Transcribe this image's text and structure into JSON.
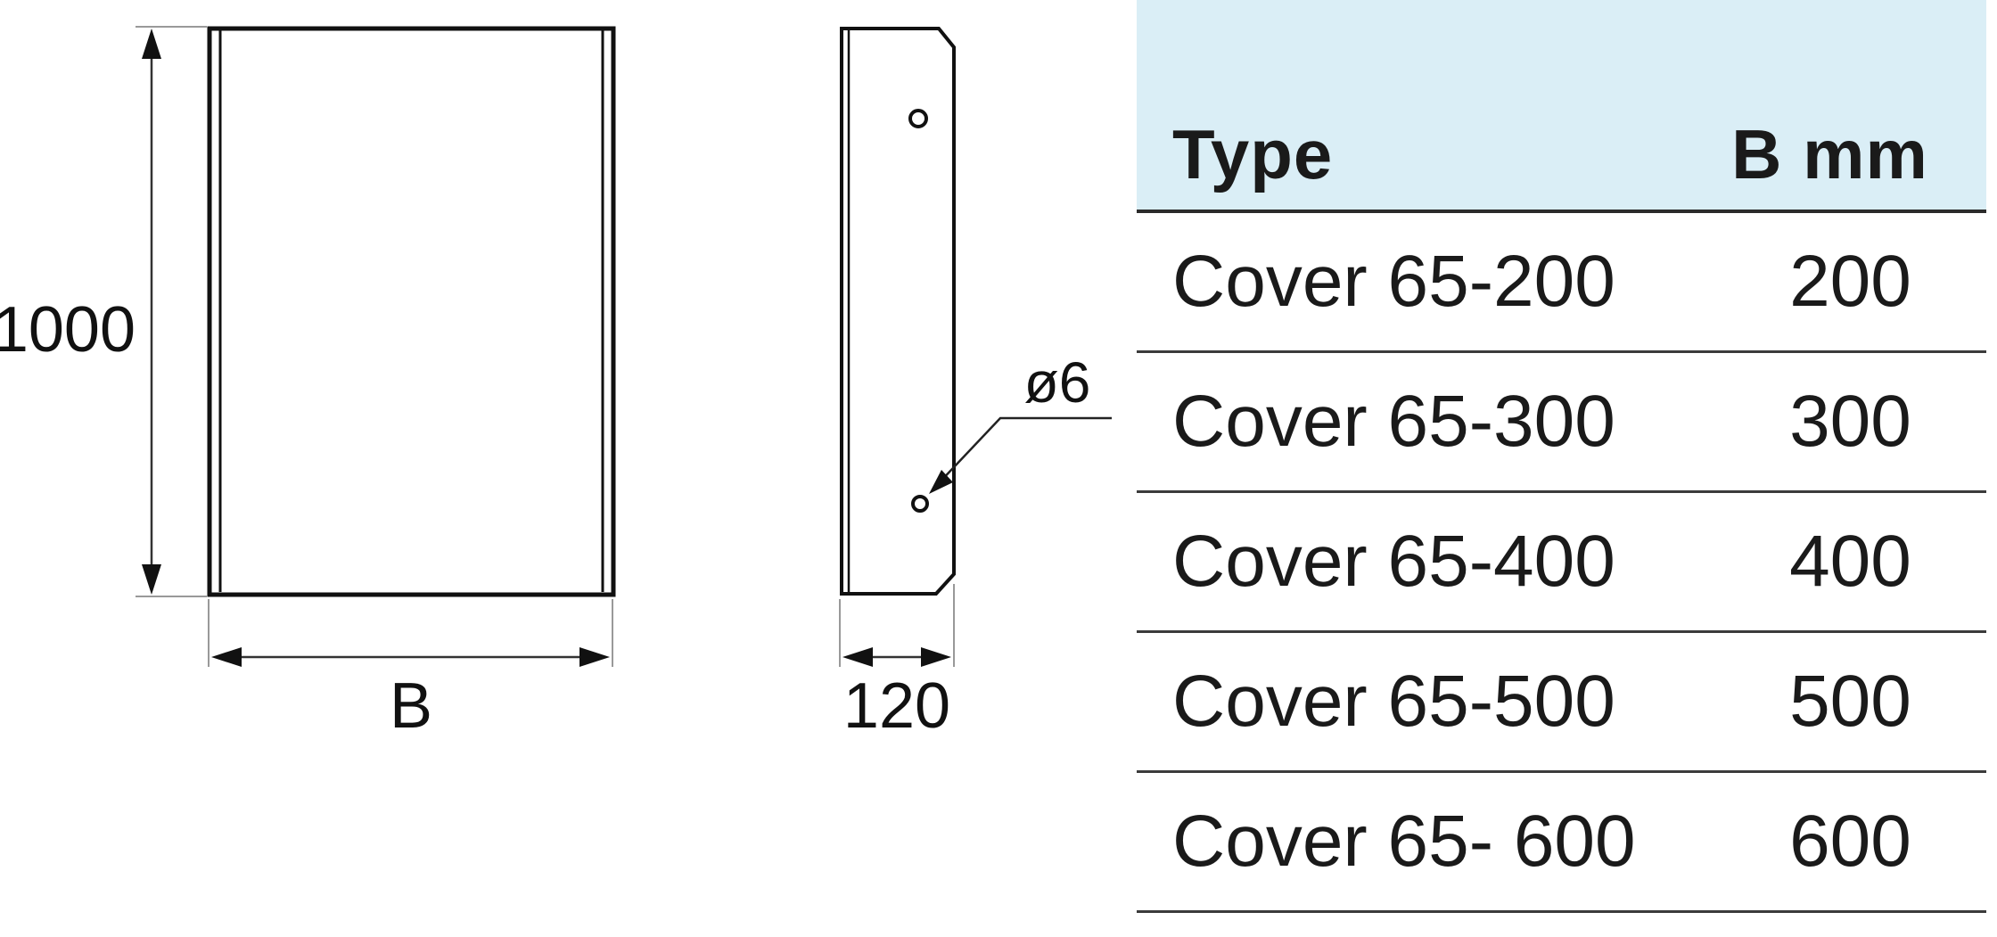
{
  "drawing": {
    "front_view": {
      "height_label": "1000",
      "width_label": "B"
    },
    "side_view": {
      "hole_label": "ø6",
      "depth_label": "120"
    }
  },
  "table": {
    "header_bg": "#daeef6",
    "columns": [
      "Type",
      "B mm"
    ],
    "rows": [
      {
        "type": "Cover 65-200",
        "b_mm": "200"
      },
      {
        "type": "Cover 65-300",
        "b_mm": "300"
      },
      {
        "type": "Cover 65-400",
        "b_mm": "400"
      },
      {
        "type": "Cover 65-500",
        "b_mm": "500"
      },
      {
        "type": "Cover 65- 600",
        "b_mm": "600"
      }
    ]
  }
}
